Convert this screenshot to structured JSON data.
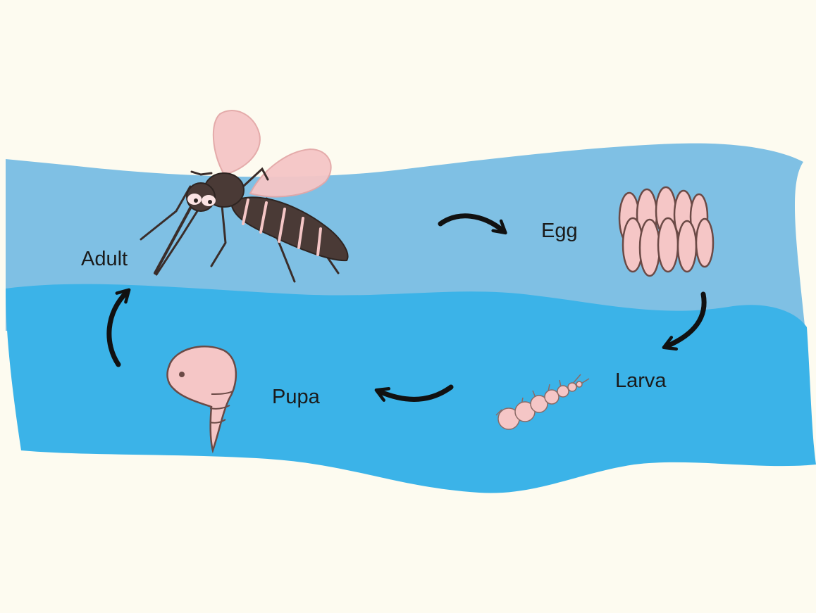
{
  "stages": {
    "adult": "Adult",
    "egg": "Egg",
    "larva": "Larva",
    "pupa": "Pupa"
  },
  "colors": {
    "background": "#fdfbf0",
    "water_upper": "#7fc0e4",
    "water_lower": "#3bb3e8",
    "arrow": "#111111",
    "creature_pink": "#f5c6c6",
    "mosquito_brown": "#4a3a36"
  },
  "icons": [
    "mosquito-icon",
    "egg-cluster-icon",
    "larva-icon",
    "pupa-icon"
  ]
}
